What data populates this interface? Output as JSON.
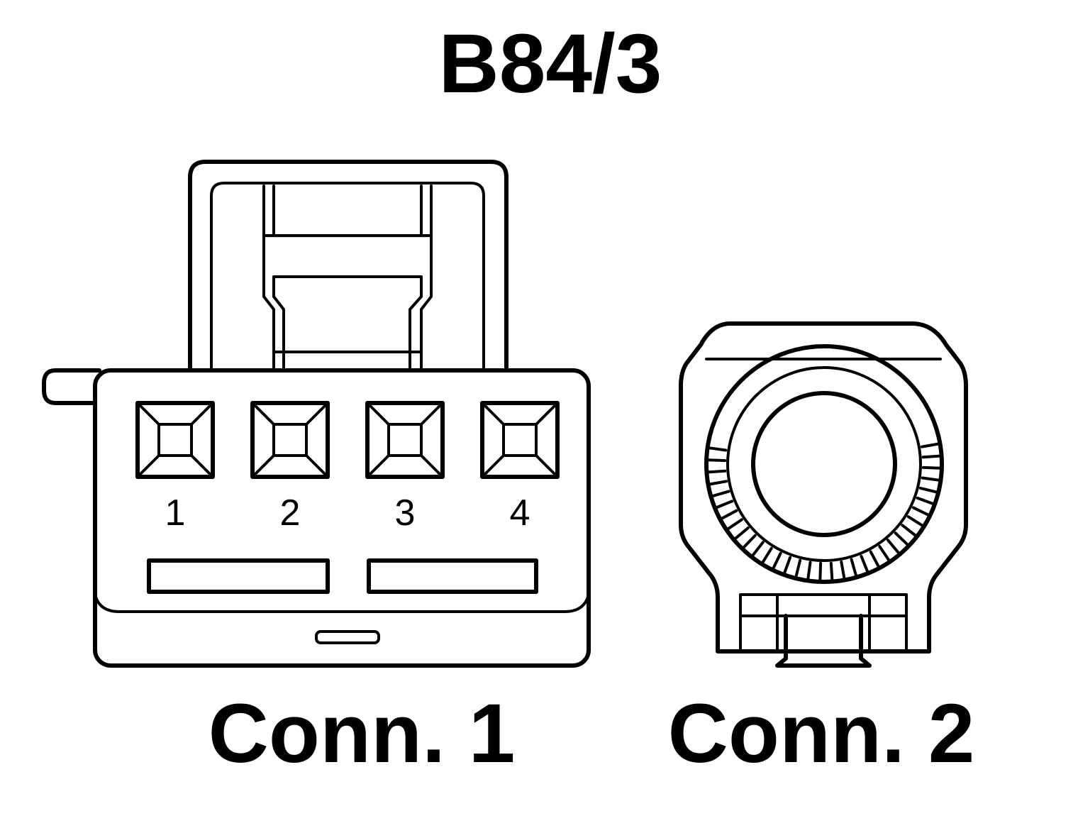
{
  "title": "B84/3",
  "connectors": [
    {
      "label": "Conn. 1",
      "pins": [
        "1",
        "2",
        "3",
        "4"
      ]
    },
    {
      "label": "Conn. 2"
    }
  ]
}
